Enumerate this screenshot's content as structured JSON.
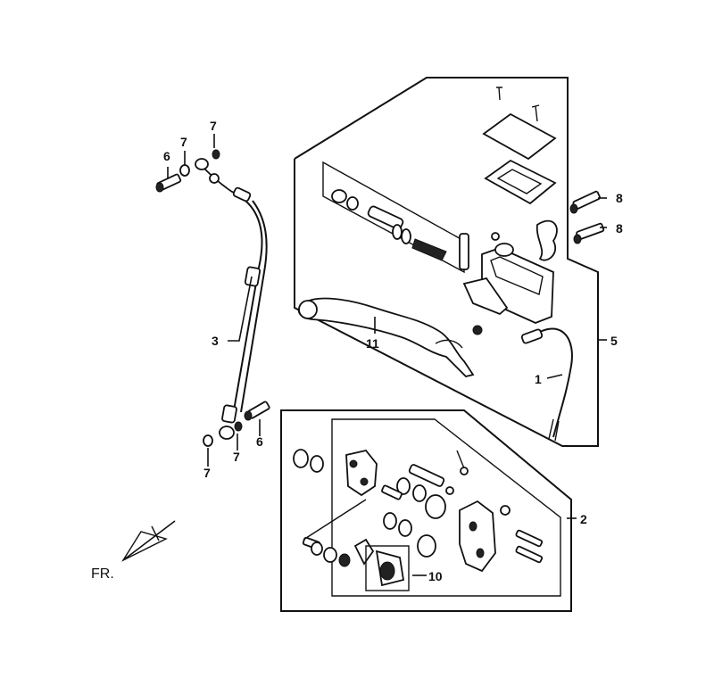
{
  "diagram": {
    "callouts": {
      "c1": "1",
      "c2": "2",
      "c3": "3",
      "c5": "5",
      "c6a": "6",
      "c6b": "6",
      "c7a": "7",
      "c7b": "7",
      "c7c": "7",
      "c7d": "7",
      "c8a": "8",
      "c8b": "8",
      "c10": "10",
      "c11": "11"
    },
    "direction_label": "FR."
  }
}
